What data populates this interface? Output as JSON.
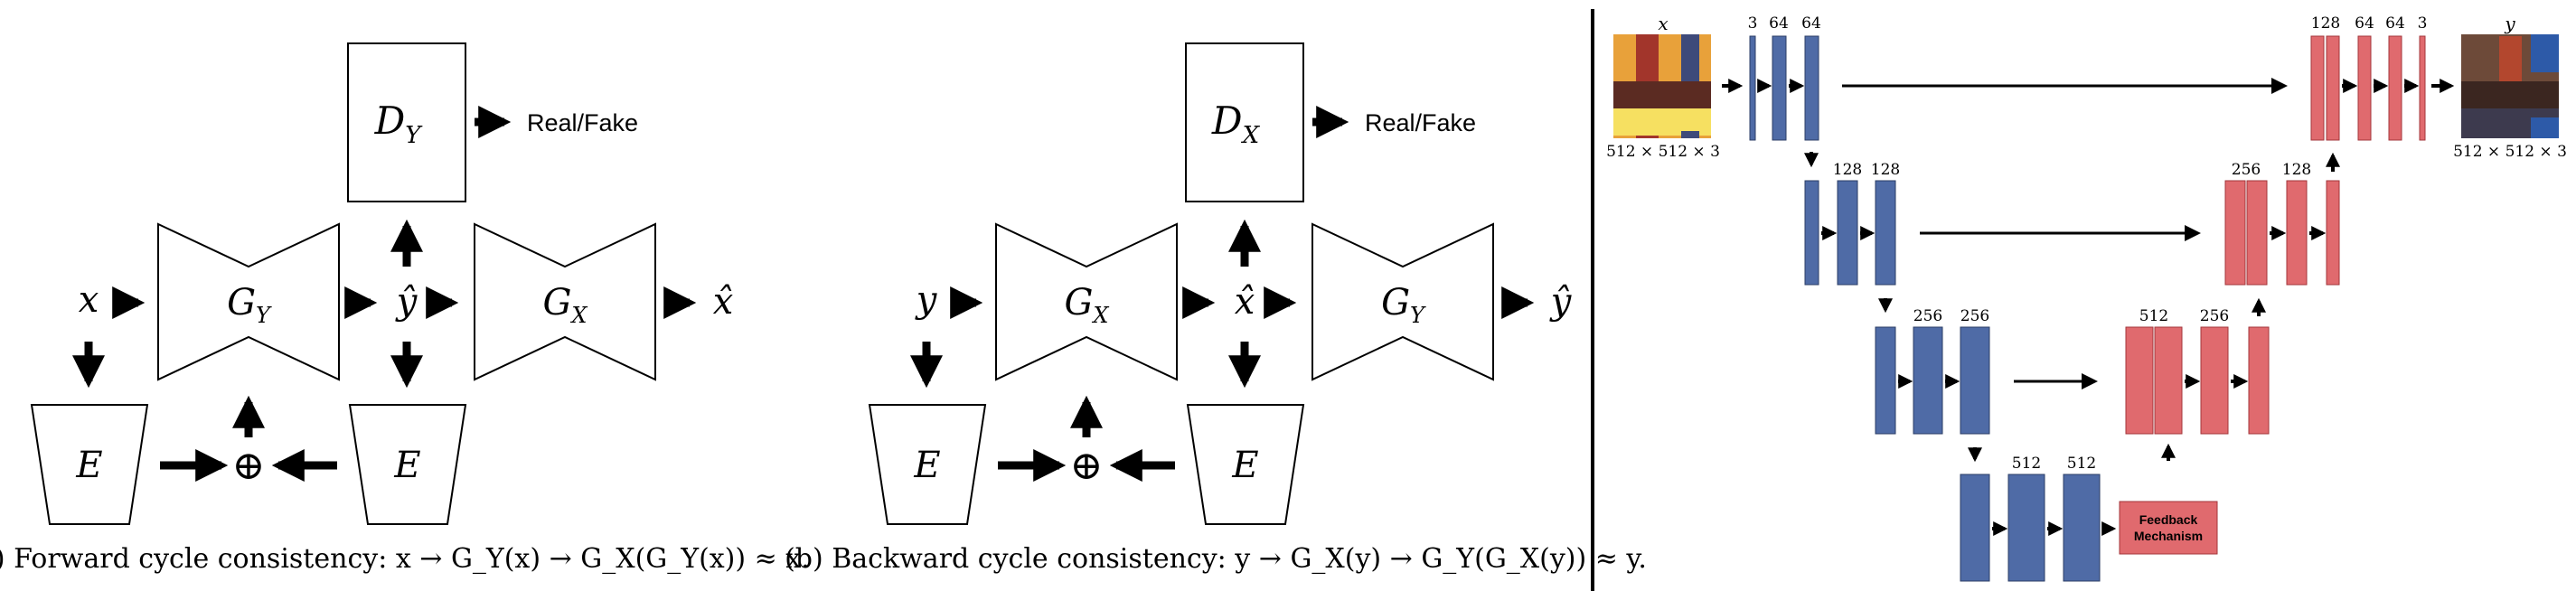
{
  "forward_diagram": {
    "input_label": "x",
    "generator_label": "G",
    "generator_sub": "Y",
    "intermediate_label": "ŷ",
    "second_generator_label": "G",
    "second_generator_sub": "X",
    "output_label": "x̂",
    "discriminator_label": "D",
    "discriminator_sub": "Y",
    "discriminator_output": "Real/Fake",
    "encoder_left_label": "E",
    "encoder_right_label": "E",
    "combine_symbol": "⊕",
    "caption": "(a) Forward cycle consistency: x → G_Y(x) → G_X(G_Y(x)) ≈ x."
  },
  "backward_diagram": {
    "input_label": "y",
    "generator_label": "G",
    "generator_sub": "X",
    "intermediate_label": "x̂",
    "second_generator_label": "G",
    "second_generator_sub": "Y",
    "output_label": "ŷ",
    "discriminator_label": "D",
    "discriminator_sub": "X",
    "discriminator_output": "Real/Fake",
    "encoder_left_label": "E",
    "encoder_right_label": "E",
    "combine_symbol": "⊕",
    "caption": "(b) Backward cycle consistency: y → G_X(y) → G_Y(G_X(y)) ≈ y."
  },
  "unet_diagram": {
    "input_label": "x",
    "output_label": "y",
    "input_size": "512 × 512 × 3",
    "output_size": "512 × 512 × 3",
    "encoder_level1_channels": [
      "3",
      "64",
      "64"
    ],
    "encoder_level2_channels": [
      "128",
      "128"
    ],
    "encoder_level3_channels": [
      "256",
      "256"
    ],
    "encoder_level4_channels": [
      "512",
      "512"
    ],
    "decoder_level1_channels": [
      "128",
      "64",
      "64",
      "3"
    ],
    "decoder_level2_channels": [
      "256",
      "128"
    ],
    "decoder_level3_channels": [
      "512",
      "256"
    ],
    "feedback_label_line1": "Feedback",
    "feedback_label_line2": "Mechanism"
  },
  "colors": {
    "encoder_block": "#4f6ba6",
    "decoder_block": "#e06a6e",
    "feedback_block": "#e06a6e",
    "arrow": "#000000",
    "divider": "#000000"
  }
}
